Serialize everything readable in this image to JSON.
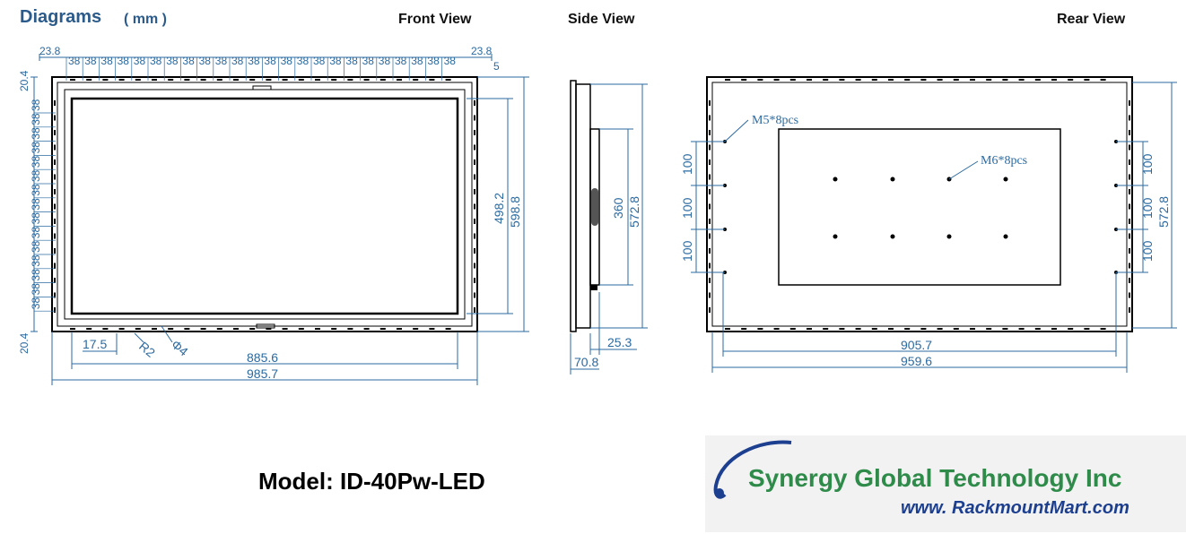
{
  "header": {
    "title": "Diagrams",
    "unit": "( mm )"
  },
  "views": {
    "front": "Front View",
    "side": "Side View",
    "rear": "Rear View"
  },
  "front": {
    "top_edge_left": "23.8",
    "top_edge_right": "23.8",
    "top_pitch_labels": [
      "38",
      "38",
      "38",
      "38",
      "38",
      "38",
      "38",
      "38",
      "38",
      "38",
      "38",
      "38",
      "38",
      "38",
      "38",
      "38",
      "38",
      "38",
      "38",
      "38",
      "38",
      "38",
      "38",
      "38"
    ],
    "top_offset": "5",
    "left_edge_top": "20.4",
    "left_edge_bottom": "20.4",
    "left_pitch_labels": [
      "38",
      "38",
      "38",
      "38",
      "38",
      "38",
      "38",
      "38",
      "38",
      "38",
      "38",
      "38",
      "38",
      "38",
      "38"
    ],
    "inner_height": "498.2",
    "outer_height": "598.8",
    "bottom_detail": "17.5",
    "radius": "R2",
    "hole": "Φ4",
    "inner_width": "885.6",
    "outer_width": "985.7"
  },
  "side": {
    "inner_height": "360",
    "outer_height": "572.8",
    "depth_small": "25.3",
    "depth_total": "70.8"
  },
  "rear": {
    "m5_note": "M5*8pcs",
    "m6_note": "M6*8pcs",
    "left_pitches": [
      "100",
      "100",
      "100"
    ],
    "right_pitches": [
      "100",
      "100",
      "100"
    ],
    "height": "572.8",
    "inner_width": "905.7",
    "outer_width": "959.6"
  },
  "model": "Model: ID-40Pw-LED",
  "logo": {
    "name": "Synergy Global Technology Inc",
    "url": "www. RackmountMart.com"
  },
  "colors": {
    "dimension": "#2b6aa0",
    "title": "#2b5b8a",
    "logo_green": "#2e8b4a",
    "logo_blue": "#1d3f8f"
  }
}
